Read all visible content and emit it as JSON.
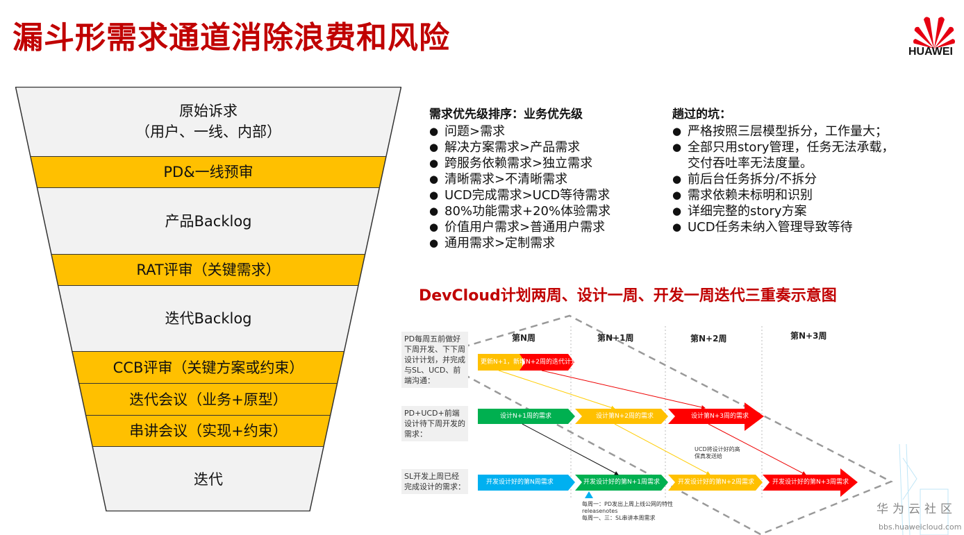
{
  "title": "漏斗形需求通道消除浪费和风险",
  "logo": {
    "text": "HUAWEI",
    "color": "#e60012"
  },
  "funnel": {
    "stages": [
      {
        "label": "原始诉求",
        "sub": "（用户、一线、内部）",
        "type": "gray"
      },
      {
        "label": "PD&一线预审",
        "type": "yellow"
      },
      {
        "label": "产品Backlog",
        "type": "gray"
      },
      {
        "label": "RAT评审（关键需求）",
        "type": "yellow"
      },
      {
        "label": "迭代Backlog",
        "type": "gray"
      },
      {
        "label": "CCB评审（关键方案或约束）",
        "type": "yellow"
      },
      {
        "label": "迭代会议（业务+原型）",
        "type": "yellow"
      },
      {
        "label": "串讲会议（实现+约束）",
        "type": "yellow"
      },
      {
        "label": "迭代",
        "type": "gray"
      }
    ],
    "colors": {
      "gray": "#f2f2f2",
      "yellow": "#ffc000"
    }
  },
  "priority": {
    "heading": "需求优先级排序：业务优先级",
    "items": [
      "问题>需求",
      "解决方案需求>产品需求",
      "跨服务依赖需求>独立需求",
      "清晰需求>不清晰需求",
      "UCD完成需求>UCD等待需求",
      "80%功能需求+20%体验需求",
      "价值用户需求>普通用户需求",
      "通用需求>定制需求"
    ]
  },
  "pitfalls": {
    "heading": "趟过的坑：",
    "items": [
      "严格按照三层模型拆分，工作量大；",
      "全部只用story管理，任务无法承载，交付吞吐率无法度量。",
      "前后台任务拆分/不拆分",
      "需求依赖未标明和识别",
      "详细完整的story方案",
      "UCD任务未纳入管理导致等待"
    ]
  },
  "diagram": {
    "title": "DevCloud计划两周、设计一周、开发一周迭代三重奏示意图",
    "weeks": [
      "第N周",
      "第N+1周",
      "第N+2周",
      "第N+3周"
    ],
    "rows": [
      "PD每周五前做好下周开发、下下周设计计划，并完成与SL、UCD、前端沟通：",
      "PD+UCD+前端设计待下周开发的需求：",
      "SL开发上周已经完成设计的需求："
    ],
    "arrows": {
      "plan": "更新N+1，新增N+2周的迭代计划",
      "design": [
        "设计N+1周的需求",
        "设计第N+2周的需求",
        "设计第N+3周的需求"
      ],
      "dev": [
        "开发设计好的第N周需求",
        "开发设计好的第N+1周需求",
        "开发设计好的第N+2周需求",
        "开发设计好的第N+3周需求"
      ]
    },
    "ucd_note": "UCD将设计好的高保真发送给",
    "notes": [
      "每周一：PD发出上周上线公网的特性releasenotes",
      "每周一、三：SL串讲本周需求"
    ],
    "colors": {
      "blue": "#00b0f0",
      "green": "#00b050",
      "yellow": "#ffc000",
      "red": "#ff0000"
    }
  },
  "watermark": {
    "name": "华为云社区",
    "url": "bbs.huaweicloud.com"
  }
}
